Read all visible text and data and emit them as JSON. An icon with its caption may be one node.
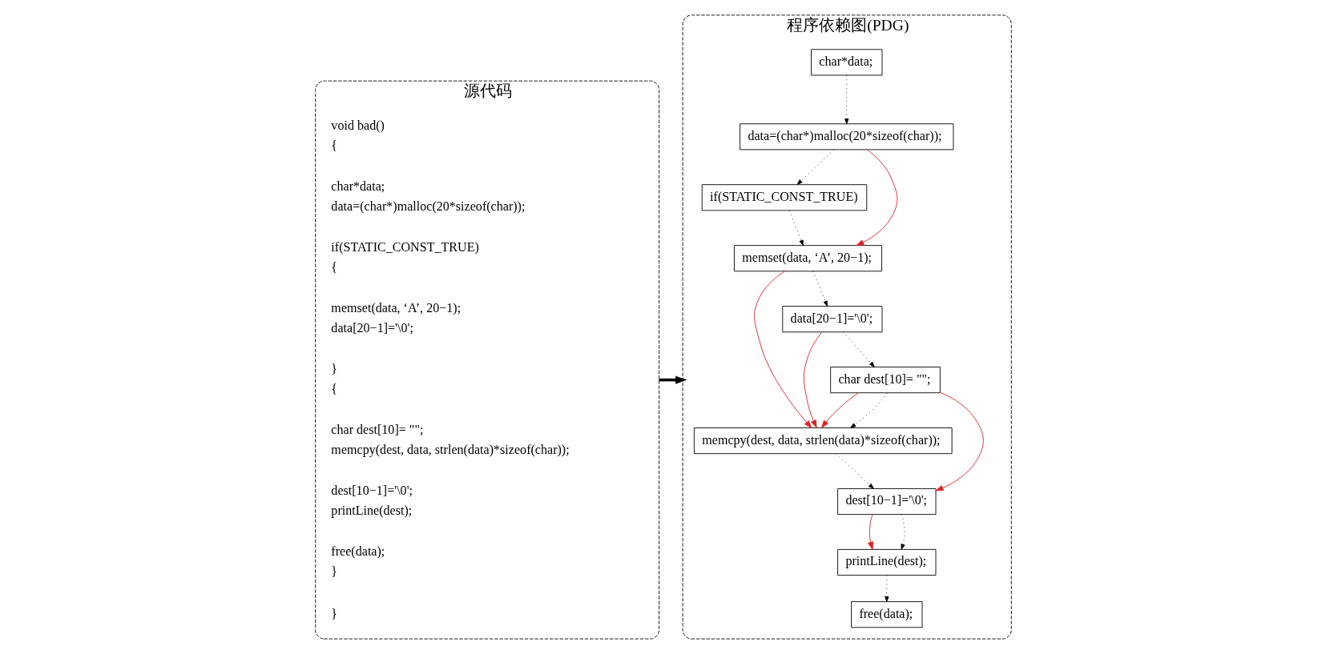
{
  "diagram": {
    "nodes": [
      {
        "text": [
          "源代码",
          "void bad()",
          "{",
          "char*data;",
          "data=(char*)malloc(20*sizeof(char));",
          "if(STATIC_CONST_TRUE)",
          "{",
          "memset(data, ‘A’, 20−1);",
          "data[20−1]='\\0';",
          "}",
          "{",
          "char dest[10]= \"\";",
          "memcpy(dest, data, strlen(data)*sizeof(char));",
          "dest[10−1]='\\0';",
          "printLine(dest);",
          "free(data);",
          "}",
          "}"
        ]
      },
      {
        "text": [
          "程序依赖图(PDG)"
        ]
      },
      {
        "text": [
          "char*data;"
        ],
        "in": 1
      },
      {
        "text": [
          "data=(char*)malloc(20*sizeof(char));"
        ],
        "in": 1
      },
      {
        "text": [
          "if(STATIC_CONST_TRUE)"
        ],
        "in": 1
      },
      {
        "text": [
          "memset(data, ‘A’, 20−1);"
        ],
        "in": 1
      },
      {
        "text": [
          "data[20−1]='\\0';"
        ],
        "in": 1
      },
      {
        "text": [
          "char dest[10]= \"\";"
        ],
        "in": 1
      },
      {
        "text": [
          "memcpy(dest, data, strlen(data)*sizeof(char));"
        ],
        "in": 1
      },
      {
        "text": [
          "dest[10−1]='\\0';"
        ],
        "in": 1
      },
      {
        "text": [
          "printLine(dest);"
        ],
        "in": 1
      },
      {
        "text": [
          "free(data);"
        ],
        "in": 1
      }
    ],
    "edges": [
      {
        "from": 0,
        "to": 1,
        "arrow": "to",
        "style": "thick"
      },
      {
        "from": 2,
        "to": 3,
        "arrow": "to",
        "style": "dashed"
      },
      {
        "from": 3,
        "to": 4,
        "arrow": "to",
        "style": "dashed"
      },
      {
        "from": 3,
        "to": 5,
        "arrow": "to",
        "color": "#e02020"
      },
      {
        "from": 4,
        "to": 5,
        "arrow": "to",
        "style": "dashed"
      },
      {
        "from": 5,
        "to": 6,
        "arrow": "to",
        "style": "dashed"
      },
      {
        "from": 5,
        "to": 8,
        "arrow": "to",
        "color": "#e02020"
      },
      {
        "from": 6,
        "to": 8,
        "arrow": "to",
        "color": "#e02020"
      },
      {
        "from": 6,
        "to": 7,
        "arrow": "to",
        "style": "dashed"
      },
      {
        "from": 7,
        "to": 8,
        "arrow": "to",
        "color": "#e02020"
      },
      {
        "from": 7,
        "to": 8,
        "arrow": "to",
        "style": "dashed"
      },
      {
        "from": 7,
        "to": 9,
        "arrow": "to",
        "color": "#e02020"
      },
      {
        "from": 8,
        "to": 9,
        "arrow": "to",
        "style": "dashed"
      },
      {
        "from": 9,
        "to": 10,
        "arrow": "to",
        "color": "#e02020"
      },
      {
        "from": 9,
        "to": 10,
        "arrow": "to",
        "style": "dashed"
      },
      {
        "from": 10,
        "to": 11,
        "arrow": "to",
        "style": "dashed"
      }
    ]
  }
}
